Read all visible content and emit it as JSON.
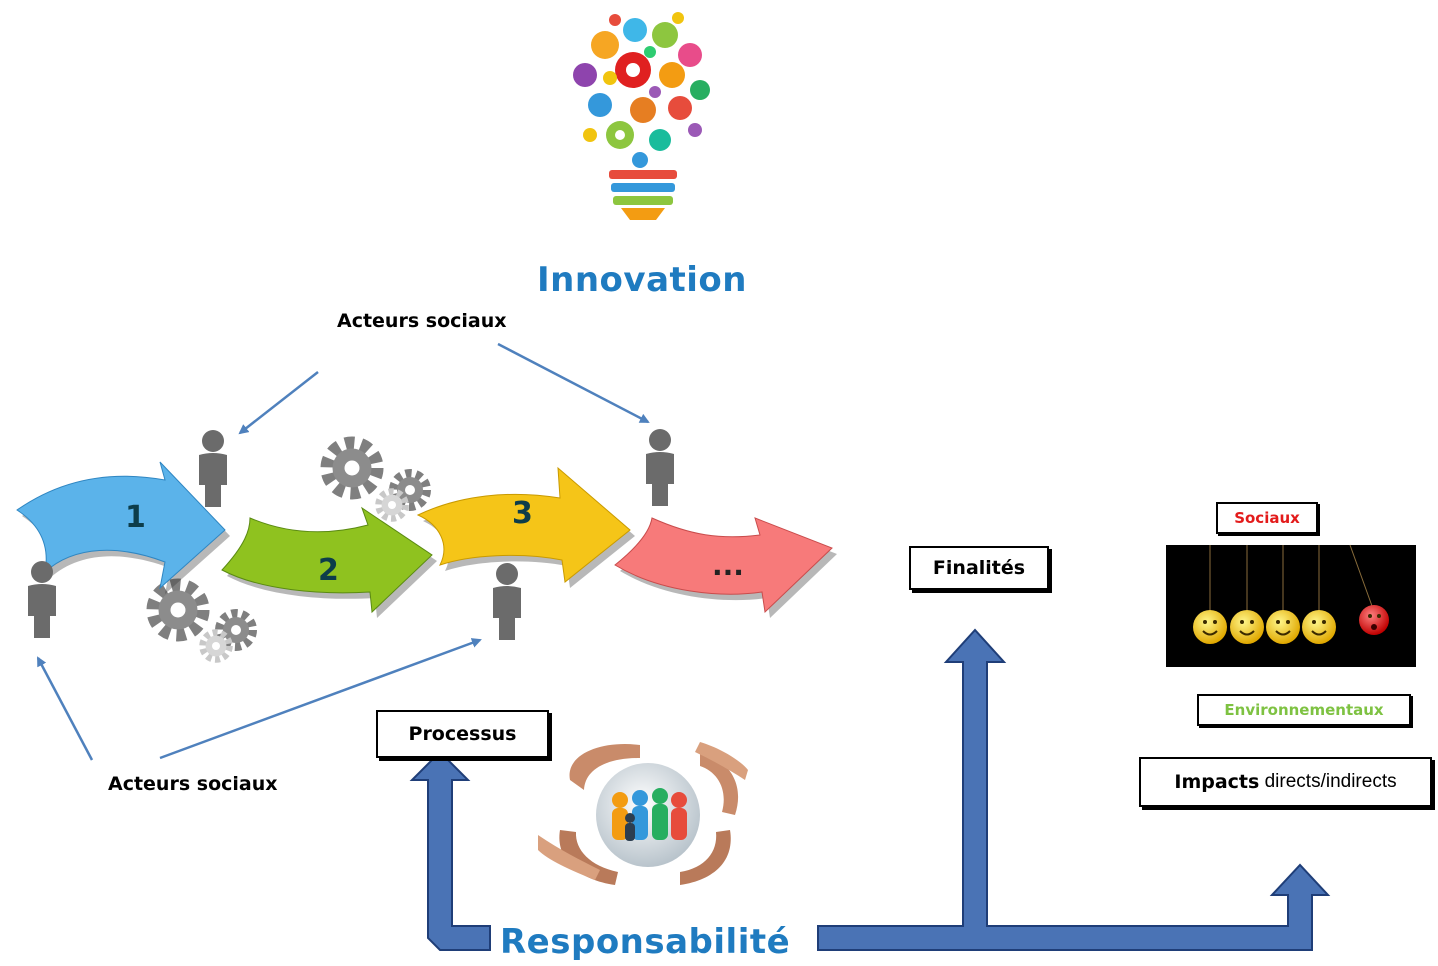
{
  "title": "Innovation",
  "footer_title": "Responsabilité",
  "actors": {
    "top_label": "Acteurs sociaux",
    "bottom_label": "Acteurs sociaux"
  },
  "steps": [
    {
      "label": "1",
      "color": "#5bb3ea"
    },
    {
      "label": "2",
      "color": "#8fc21f"
    },
    {
      "label": "3",
      "color": "#f5c518"
    },
    {
      "label": "...",
      "color": "#f77a7a"
    }
  ],
  "boxes": {
    "processus": "Processus",
    "finalites": "Finalités"
  },
  "impacts": {
    "sociaux": "Sociaux",
    "environnementaux": "Environnementaux",
    "label_bold": "Impacts",
    "label_rest": " directs/indirects"
  },
  "colors": {
    "title_blue": "#1f7bc0",
    "arrow_blue": "#4a73b5",
    "sociaux_red": "#e31b1b",
    "environnementaux_green": "#7ec242"
  },
  "icons": [
    "lightbulb-gears-icon",
    "person-icon",
    "gears-icon",
    "hands-community-icon",
    "newton-cradle-smileys-icon"
  ]
}
